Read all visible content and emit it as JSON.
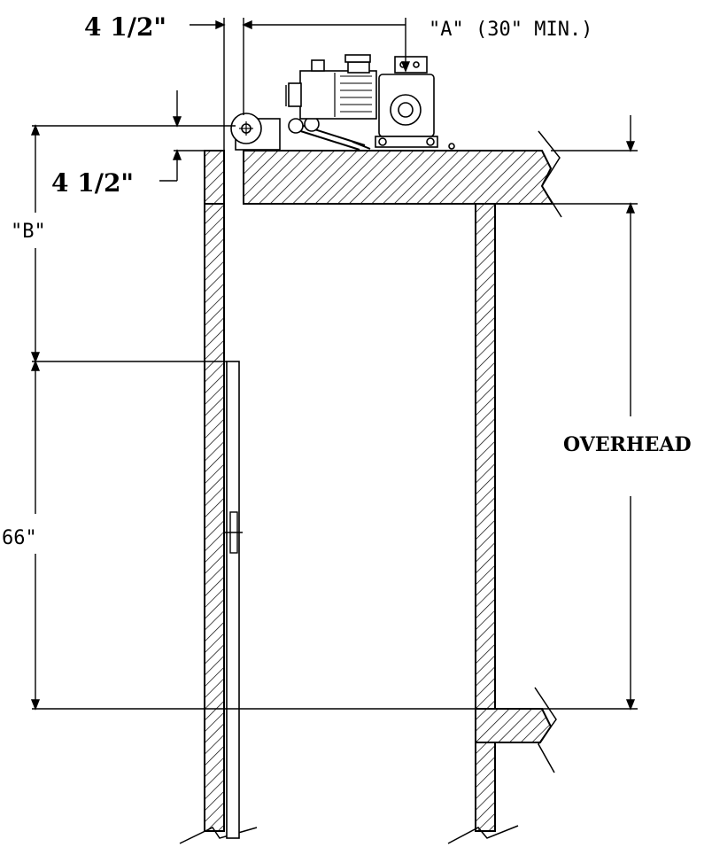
{
  "labels": {
    "top_dim": "4 1/2\"",
    "side_dim": "4 1/2\"",
    "a_dim": "\"A\" (30\" MIN.)",
    "b_dim": "\"B\"",
    "height_dim": "66\"",
    "overhead": "OVERHEAD"
  },
  "colors": {
    "line": "#000000",
    "background": "#ffffff"
  }
}
